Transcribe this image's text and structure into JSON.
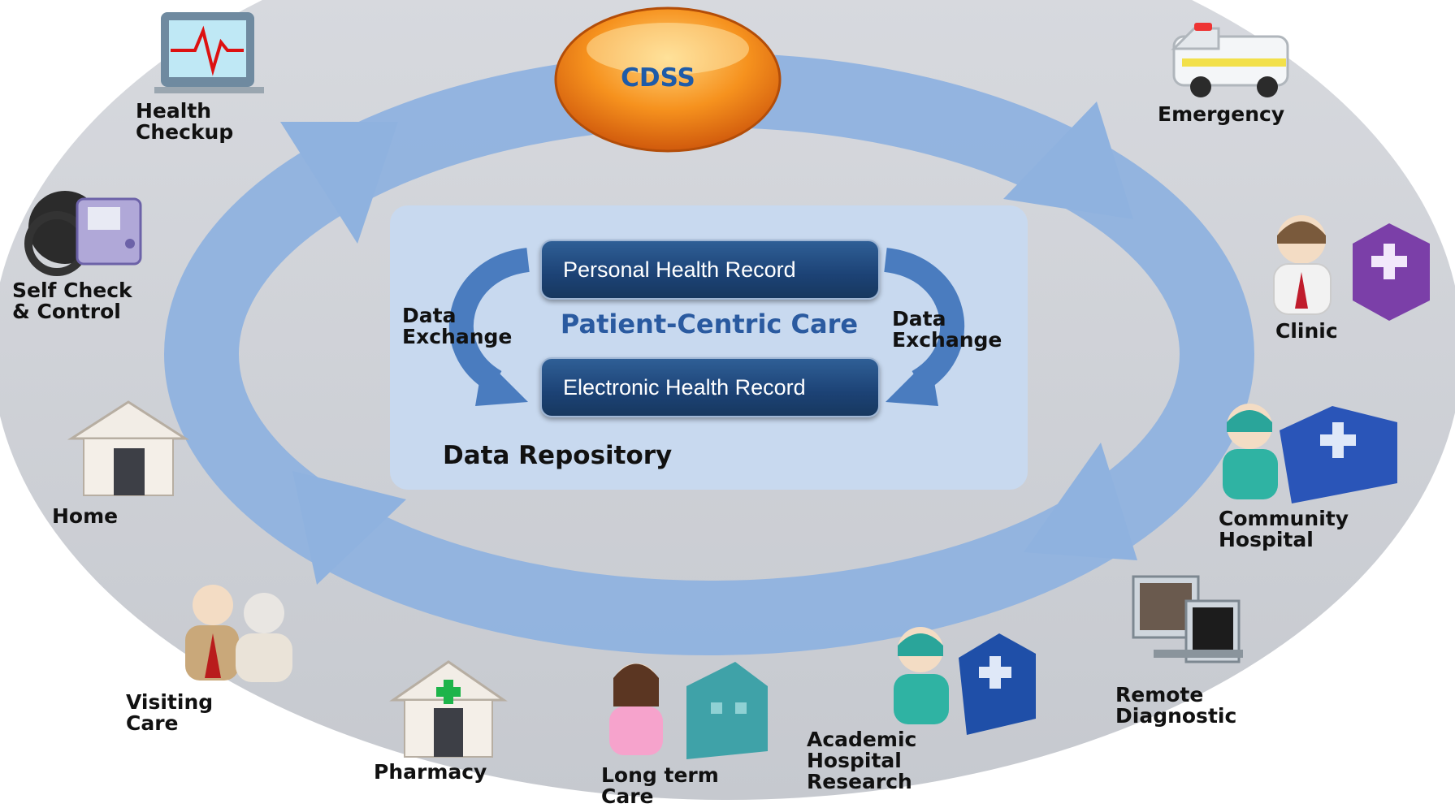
{
  "cdss": {
    "label": "CDSS"
  },
  "repository": {
    "title": "Patient-Centric Care",
    "label": "Data Repository",
    "personal_record": "Personal Health Record",
    "electronic_record": "Electronic Health Record",
    "exchange_left": [
      "Data",
      "Exchange"
    ],
    "exchange_right": [
      "Data",
      "Exchange"
    ]
  },
  "nodes": {
    "health_checkup": [
      "Health",
      "Checkup"
    ],
    "self_check": [
      "Self Check",
      "& Control"
    ],
    "home": [
      "Home"
    ],
    "visiting_care": [
      "Visiting",
      "Care"
    ],
    "pharmacy": [
      "Pharmacy"
    ],
    "long_term_care": [
      "Long term",
      "Care"
    ],
    "academic_hospital": [
      "Academic",
      "Hospital",
      "Research"
    ],
    "remote_diagnostic": [
      "Remote",
      "Diagnostic"
    ],
    "community_hospital": [
      "Community",
      "Hospital"
    ],
    "clinic": [
      "Clinic"
    ],
    "emergency": [
      "Emergency"
    ]
  },
  "colors": {
    "outer_ellipse": "#cdd0d6",
    "cycle_arrow": "#8fb2df",
    "repository_panel": "#c8d9ef",
    "record_box": "#1c4275",
    "exchange_arrow": "#4a7cbf",
    "cdss_orange": "#f28a1e",
    "title_blue": "#2a5aa0"
  }
}
